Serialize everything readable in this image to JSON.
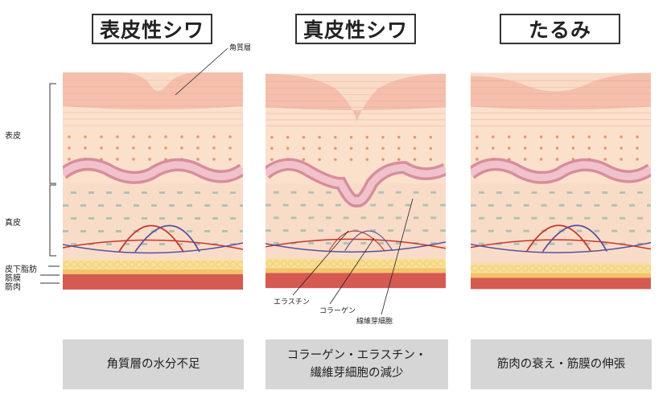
{
  "titles": [
    "表皮性シワ",
    "真皮性シワ",
    "たるみ"
  ],
  "side_labels": {
    "epidermis": "表皮",
    "dermis": "真皮",
    "subcutaneous_fat": "皮下脂肪",
    "fascia": "筋膜",
    "muscle": "筋肉"
  },
  "annotations": {
    "stratum_corneum": "角質層",
    "elastin": "エラスチン",
    "collagen": "コラーゲン",
    "fibroblast": "線維芽細胞"
  },
  "captions": [
    {
      "line1": "角質層の水分不足",
      "line2": ""
    },
    {
      "line1": "コラーゲン・エラスチン・",
      "line2": "繊維芽細胞の減少"
    },
    {
      "line1": "筋肉の衰え・筋膜の伸張",
      "line2": ""
    }
  ],
  "colors": {
    "stratum": "#f2b9a6",
    "epidermis": "#fbe0cc",
    "basal": "#d28596",
    "dermis": "#f9dcc8",
    "collagen": "#c8342e",
    "elastin": "#5a4fa0",
    "fat": "#f8df96",
    "fascia": "#f4c36a",
    "muscle": "#d55a52"
  }
}
